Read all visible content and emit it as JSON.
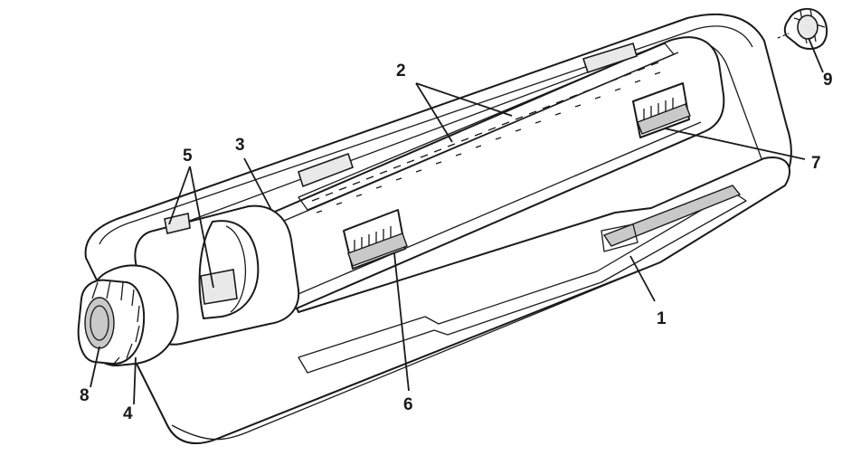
{
  "callouts": [
    {
      "id": "c1",
      "text": "1"
    },
    {
      "id": "c2",
      "text": "2"
    },
    {
      "id": "c3",
      "text": "3"
    },
    {
      "id": "c4",
      "text": "4"
    },
    {
      "id": "c5",
      "text": "5"
    },
    {
      "id": "c6",
      "text": "6"
    },
    {
      "id": "c7",
      "text": "7"
    },
    {
      "id": "c8",
      "text": "8"
    },
    {
      "id": "c9",
      "text": "9"
    }
  ]
}
